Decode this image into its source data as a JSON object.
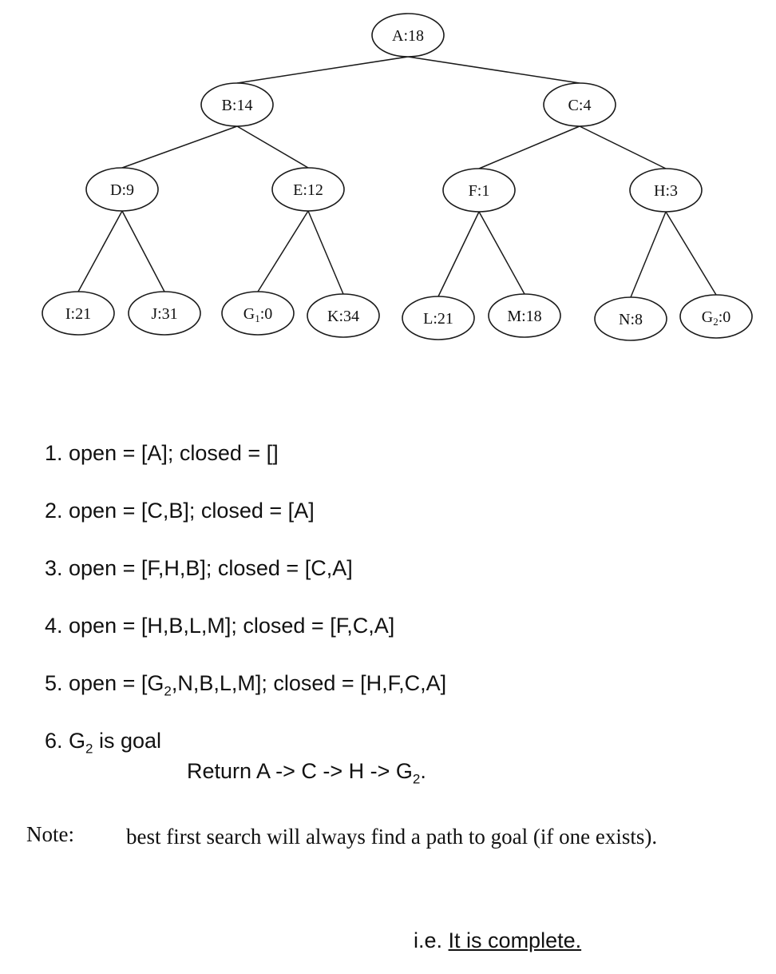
{
  "tree": {
    "nodes": [
      {
        "id": "A",
        "label": "A:18"
      },
      {
        "id": "B",
        "label": "B:14"
      },
      {
        "id": "C",
        "label": "C:4"
      },
      {
        "id": "D",
        "label": "D:9"
      },
      {
        "id": "E",
        "label": "E:12"
      },
      {
        "id": "F",
        "label": "F:1"
      },
      {
        "id": "H",
        "label": "H:3"
      },
      {
        "id": "I",
        "label": "I:21"
      },
      {
        "id": "J",
        "label": "J:31"
      },
      {
        "id": "G1",
        "label": "G",
        "sub": "1",
        "suffix": ":0"
      },
      {
        "id": "K",
        "label": "K:34"
      },
      {
        "id": "L",
        "label": "L:21"
      },
      {
        "id": "M",
        "label": "M:18"
      },
      {
        "id": "N",
        "label": "N:8"
      },
      {
        "id": "G2",
        "label": "G",
        "sub": "2",
        "suffix": ":0"
      }
    ],
    "edges": [
      [
        "A",
        "B"
      ],
      [
        "A",
        "C"
      ],
      [
        "B",
        "D"
      ],
      [
        "B",
        "E"
      ],
      [
        "C",
        "F"
      ],
      [
        "C",
        "H"
      ],
      [
        "D",
        "I"
      ],
      [
        "D",
        "J"
      ],
      [
        "E",
        "G1"
      ],
      [
        "E",
        "K"
      ],
      [
        "F",
        "L"
      ],
      [
        "F",
        "M"
      ],
      [
        "H",
        "N"
      ],
      [
        "H",
        "G2"
      ]
    ]
  },
  "steps": [
    {
      "pre": "1. open = [A]; closed = []"
    },
    {
      "pre": "2. open = [C,B]; closed = [A]"
    },
    {
      "pre": "3. open = [F,H,B]; closed = [C,A]"
    },
    {
      "pre": "4. open = [H,B,L,M]; closed = [F,C,A]"
    },
    {
      "pre": "5. open = [G",
      "sub": "2",
      "post": ",N,B,L,M]; closed = [H,F,C,A]"
    },
    {
      "pre": "6. G",
      "sub": "2",
      "post": " is goal"
    }
  ],
  "return_line": {
    "pre": "Return A -> C -> H -> G",
    "sub": "2",
    "post": "."
  },
  "note": {
    "label": "Note:",
    "text": "best first search will always find a path to goal (if one exists)."
  },
  "conclusion": {
    "prefix": "i.e.",
    "underlined": "It is complete."
  }
}
